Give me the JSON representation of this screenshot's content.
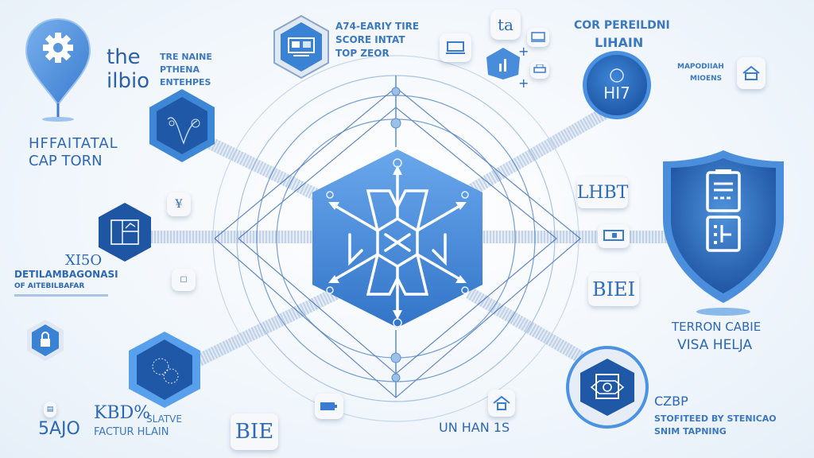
{
  "palette": {
    "primary": "#3a7fd0",
    "dark": "#1f56a3",
    "light": "#6aa6e6",
    "text": "#2c68b4",
    "background": "#f2f7fc"
  },
  "center_hub": {
    "icon": "network-hexagon-icon"
  },
  "top_left": {
    "pin_icon": "gear-pin-icon",
    "title_line1": "the",
    "title_line2": "ilbio",
    "subtitle_lines": [
      "TRE NAINE",
      "PTHENA",
      "ENTEHPES"
    ],
    "caption_line1": "HFFAITATAL",
    "caption_line2": "CAP TORN"
  },
  "top_center": {
    "hex_icon": "monitor-icon",
    "lines": [
      "A74-EARIY TIRE",
      "SCORE INTAT",
      "TOP ZEOR"
    ],
    "small_tiles": [
      "ta",
      "chart-icon",
      "laptop-icon",
      "printer-icon"
    ]
  },
  "top_right": {
    "title_line1": "COR PEREILDNI",
    "title_line2": "LIHAIN",
    "badge_text": "HI7",
    "side_text_lines": [
      "MAPODIIAH",
      "MIOENS"
    ],
    "tile_icon": "house-icon"
  },
  "left_mid": {
    "hex_icon": "dashboard-icon",
    "title": "XI5O",
    "subtitle": "DETILAMBAGONASI",
    "caption": "OF AITEBILBAFAR"
  },
  "bottom_left": {
    "lock_tile_icon": "lock-icon",
    "hex_icon": "cloud-gears-icon",
    "big_code": "KBD%",
    "label_line1": "SLATVE",
    "label_line2": "FACTUR HLAIN",
    "left_code": "5AJO"
  },
  "bottom_center": {
    "tile_text": "BIE",
    "battery_icon": "battery-icon",
    "house_icon": "house-icon",
    "label": "UN HAN 1S"
  },
  "right_mid": {
    "tile_top": "LHBT",
    "tile_mid_icon": "monitor-icon",
    "tile_bottom": "BIEI",
    "shield_icon": "shield-clipboard-icon",
    "caption_line1": "TERRON CABIE",
    "caption_line2": "VISA HELJA"
  },
  "bottom_right": {
    "badge_icon": "secure-document-icon",
    "title": "CZBP",
    "subtitle_line1": "STOFITEED BY STENICAO",
    "subtitle_line2": "SNIM TAPNING"
  }
}
